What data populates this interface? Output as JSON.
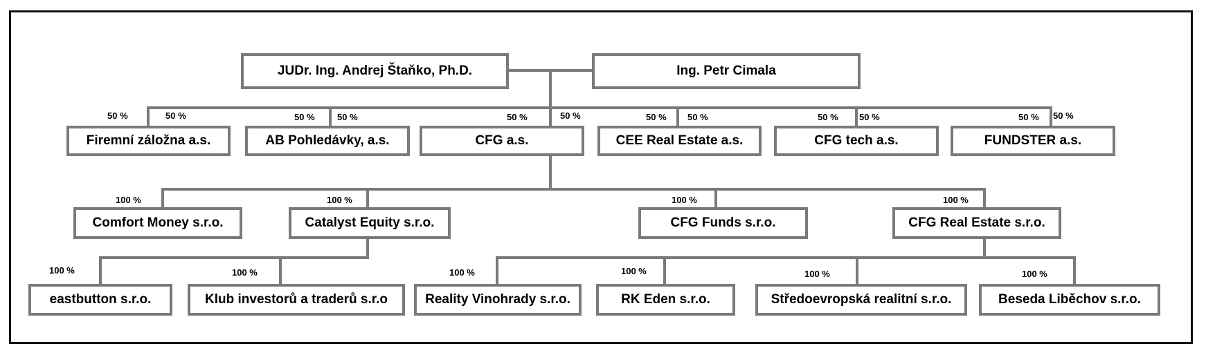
{
  "colors": {
    "line": "#7a7a7a",
    "border": "#7a7a7a",
    "frame": "#111111",
    "text": "#000000"
  },
  "owners": [
    {
      "id": "o1",
      "label": "JUDr. Ing. Andrej Štaňko, Ph.D."
    },
    {
      "id": "o2",
      "label": "Ing. Petr Cimala"
    }
  ],
  "level1": [
    {
      "id": "c1",
      "label": "Firemní záložna a.s.",
      "share_left": "50 %",
      "share_right": "50 %"
    },
    {
      "id": "c2",
      "label": "AB Pohledávky, a.s.",
      "share_left": "50 %",
      "share_right": "50 %"
    },
    {
      "id": "c3",
      "label": "CFG a.s.",
      "share_left": "50 %",
      "share_right": "50 %"
    },
    {
      "id": "c4",
      "label": "CEE Real Estate a.s.",
      "share_left": "50 %",
      "share_right": "50 %"
    },
    {
      "id": "c5",
      "label": "CFG tech a.s.",
      "share_left": "50 %",
      "share_right": "50 %"
    },
    {
      "id": "c6",
      "label": "FUNDSTER a.s.",
      "share_left": "50 %",
      "share_right": "50 %"
    }
  ],
  "level2": [
    {
      "id": "d1",
      "label": "Comfort Money s.r.o.",
      "share": "100 %"
    },
    {
      "id": "d2",
      "label": "Catalyst Equity s.r.o.",
      "share": "100 %"
    },
    {
      "id": "d3",
      "label": "CFG Funds s.r.o.",
      "share": "100 %"
    },
    {
      "id": "d4",
      "label": "CFG Real Estate s.r.o.",
      "share": "100 %"
    }
  ],
  "level3": [
    {
      "id": "e1",
      "label": "eastbutton s.r.o.",
      "share": "100 %"
    },
    {
      "id": "e2",
      "label": "Klub investorů a traderů s.r.o",
      "share": "100 %"
    },
    {
      "id": "e3",
      "label": "Reality Vinohrady s.r.o.",
      "share": "100 %"
    },
    {
      "id": "e4",
      "label": "RK Eden s.r.o.",
      "share": "100 %"
    },
    {
      "id": "e5",
      "label": "Středoevropská realitní s.r.o.",
      "share": "100 %"
    },
    {
      "id": "e6",
      "label": "Beseda Liběchov s.r.o.",
      "share": "100 %"
    }
  ]
}
